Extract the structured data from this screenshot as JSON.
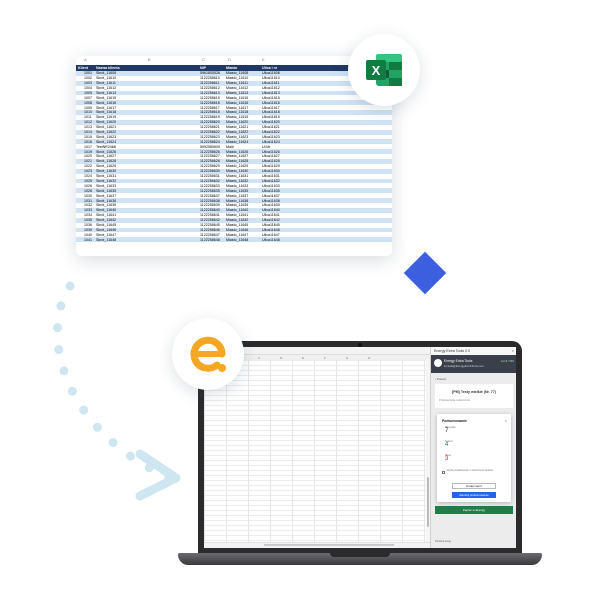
{
  "spreadsheet": {
    "ruler": [
      "A",
      "B",
      "C",
      "D",
      "E"
    ],
    "columns": [
      "Klient",
      "Nazwa klienta",
      "NIP",
      "Miasto",
      "Ulica i nr"
    ],
    "rows": [
      [
        "1001",
        "Skrót_11608",
        "5961800526",
        "Miasto_11608",
        "Ulica11608"
      ],
      [
        "1002",
        "Skrót_11610",
        "1122258610",
        "Miasto_11610",
        "Ulica11610"
      ],
      [
        "1003",
        "Skrót_11611",
        "1122258611",
        "Miasto_11611",
        "Ulica11611"
      ],
      [
        "1004",
        "Skrót_11612",
        "1122258612",
        "Miasto_11612",
        "Ulica11612"
      ],
      [
        "1005",
        "Skrót_11613",
        "1122258613",
        "Miasto_11613",
        "Ulica11613"
      ],
      [
        "1007",
        "Skrót_11615",
        "1122258615",
        "Miasto_11615",
        "Ulica11615"
      ],
      [
        "1008",
        "Skrót_11616",
        "1122258616",
        "Miasto_11616",
        "Ulica11616"
      ],
      [
        "1009",
        "Skrót_11617",
        "1122258617",
        "Miasto_11617",
        "Ulica11617"
      ],
      [
        "1010",
        "Skrót_11618",
        "1122258618",
        "Miasto_11618",
        "Ulica11618"
      ],
      [
        "1011",
        "Skrót_11619",
        "1122258619",
        "Miasto_11619",
        "Ulica11619"
      ],
      [
        "1012",
        "Skrót_11620",
        "1122258620",
        "Miasto_11620",
        "Ulica11620"
      ],
      [
        "1013",
        "Skrót_11621",
        "1122258621",
        "Miasto_11621",
        "Ulica11621"
      ],
      [
        "1014",
        "Skrót_11622",
        "1122258622",
        "Miasto_11622",
        "Ulica11622"
      ],
      [
        "1015",
        "Skrót_11623",
        "1122258623",
        "Miasto_11623",
        "Ulica11623"
      ],
      [
        "1016",
        "Skrót_11624",
        "1122258624",
        "Miasto_11624",
        "Ulica11624"
      ],
      [
        "1017",
        "TestNR2468",
        "5992580600",
        "Malir",
        "Ul.Mr"
      ],
      [
        "1019",
        "Skrót_11626",
        "1122258626",
        "Miasto_11626",
        "Ulica11626"
      ],
      [
        "1020",
        "Skrót_11627",
        "1122258627",
        "Miasto_11627",
        "Ulica11627"
      ],
      [
        "1021",
        "Skrót_11628",
        "1122258628",
        "Miasto_11628",
        "Ulica11628"
      ],
      [
        "1022",
        "Skrót_11629",
        "1122258629",
        "Miasto_11629",
        "Ulica11629"
      ],
      [
        "1023",
        "Skrót_11630",
        "1122258630",
        "Miasto_11630",
        "Ulica11630"
      ],
      [
        "1024",
        "Skrót_11631",
        "1122258631",
        "Miasto_11631",
        "Ulica11631"
      ],
      [
        "1025",
        "Skrót_11632",
        "1122258632",
        "Miasto_11632",
        "Ulica11632"
      ],
      [
        "1026",
        "Skrót_11633",
        "1122258633",
        "Miasto_11633",
        "Ulica11633"
      ],
      [
        "1028",
        "Skrót_11635",
        "1122258635",
        "Miasto_11635",
        "Ulica11635"
      ],
      [
        "1030",
        "Skrót_11637",
        "1122258637",
        "Miasto_11637",
        "Ulica11637"
      ],
      [
        "1031",
        "Skrót_11638",
        "1122258638",
        "Miasto_11638",
        "Ulica11638"
      ],
      [
        "1032",
        "Skrót_11639",
        "1122258639",
        "Miasto_11639",
        "Ulica11639"
      ],
      [
        "1033",
        "Skrót_11640",
        "1122258640",
        "Miasto_11640",
        "Ulica11640"
      ],
      [
        "1034",
        "Skrót_11641",
        "1122258641",
        "Miasto_11641",
        "Ulica11641"
      ],
      [
        "1035",
        "Skrót_11642",
        "1122258642",
        "Miasto_11642",
        "Ulica11642"
      ],
      [
        "1036",
        "Skrót_11645",
        "1122258645",
        "Miasto_11645",
        "Ulica11645"
      ],
      [
        "1039",
        "Skrót_11646",
        "1122258646",
        "Miasto_11646",
        "Ulica11646"
      ],
      [
        "1040",
        "Skrót_11647",
        "1122258647",
        "Miasto_11647",
        "Ulica11647"
      ],
      [
        "1041",
        "Skrót_11648",
        "1122258648",
        "Miasto_11648",
        "Ulica11648"
      ]
    ]
  },
  "excel_badge": {
    "icon": "excel-logo-icon",
    "letter": "X",
    "color": "#1d6f42"
  },
  "brand_badge": {
    "icon": "energy-brand-icon",
    "color": "#f5a623"
  },
  "colors": {
    "diamond": "#3b5fde",
    "arrow": "#cfe6f2",
    "header": "#1f3864",
    "row_alt": "#cfe3f5"
  },
  "laptop": {
    "excel": {
      "col_letters": [
        "A",
        "B",
        "C",
        "D",
        "E",
        "F",
        "G",
        "H"
      ]
    },
    "panel": {
      "title": "Energy Extra Tools 2.0",
      "close": "×",
      "app_name": "Energy Extra Tools",
      "user_email": "kontakt@EnergyExtraTools.com",
      "credits": "Limit 7/40",
      "back_label": "‹ Powrót",
      "task_title": "[PM] Testy wielkie (Nr. 77)",
      "task_subtitle": "Przetwarzanie zakończone",
      "modal": {
        "title": "Podsumowanie",
        "close": "×",
        "stats": [
          {
            "label": "Wszystkie",
            "value": "7",
            "color": "#333333"
          },
          {
            "label": "Sukces",
            "value": "4",
            "color": "#1e7e4a"
          },
          {
            "label": "Błędy",
            "value": "3",
            "color": "#d93025"
          }
        ],
        "note": "Wyślij powiadomienie o zakończeniu zadania",
        "add_report": "Dodaj raport",
        "close_summary": "Zamknij podsumowanie"
      },
      "save_button": "Zapisz w Energy",
      "footer": "Zamknij sesję"
    }
  }
}
